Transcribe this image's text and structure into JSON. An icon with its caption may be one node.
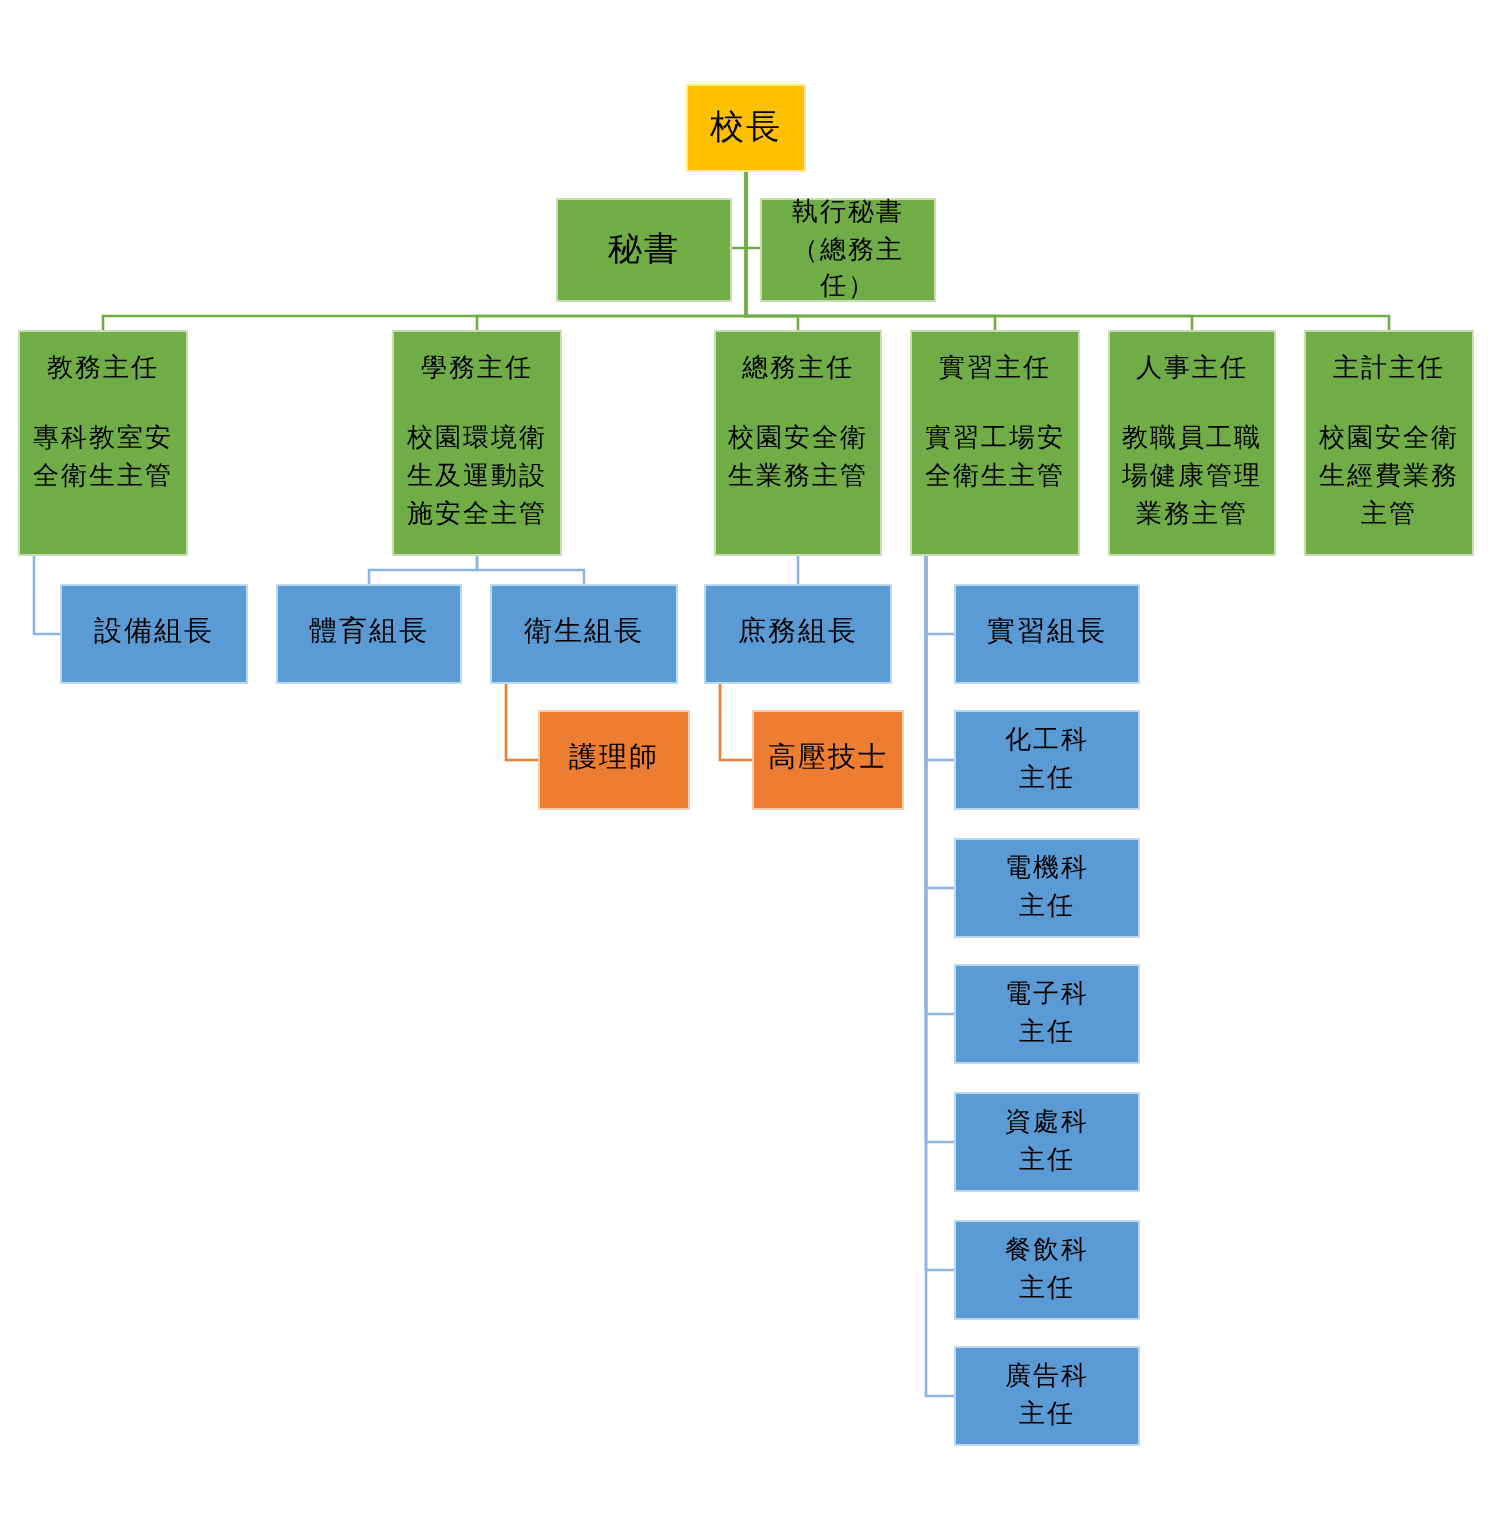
{
  "diagram": {
    "nodes": [
      {
        "text": [
          "校長"
        ]
      },
      {
        "text": [
          "秘書"
        ]
      },
      {
        "text": [
          "執行秘書（總務主任）"
        ]
      },
      {
        "text": [
          "教務主任",
          "專科教室安全衛生主管"
        ]
      },
      {
        "text": [
          "學務主任",
          "校園環境衛生及運動設施安全主管"
        ]
      },
      {
        "text": [
          "總務主任",
          "校園安全衛生業務主管"
        ]
      },
      {
        "text": [
          "實習主任",
          "實習工場安全衛生主管"
        ]
      },
      {
        "text": [
          "人事主任",
          "教職員工職場健康管理業務主管"
        ]
      },
      {
        "text": [
          "主計主任",
          "校園安全衛生經費業務主管"
        ]
      },
      {
        "text": [
          "設備組長"
        ]
      },
      {
        "text": [
          "體育組長"
        ]
      },
      {
        "text": [
          "衛生組長"
        ]
      },
      {
        "text": [
          "護理師"
        ]
      },
      {
        "text": [
          "庶務組長"
        ]
      },
      {
        "text": [
          "高壓技士"
        ]
      },
      {
        "text": [
          "實習組長"
        ]
      },
      {
        "text": [
          "化工科主任"
        ]
      },
      {
        "text": [
          "電機科主任"
        ]
      },
      {
        "text": [
          "電子科主任"
        ]
      },
      {
        "text": [
          "資處科主任"
        ]
      },
      {
        "text": [
          "餐飲科主任"
        ]
      },
      {
        "text": [
          "廣告科主任"
        ]
      }
    ],
    "edges": [
      {
        "from": 0,
        "to": 1,
        "arrow": "none",
        "color": "#70ad47"
      },
      {
        "from": 0,
        "to": 2,
        "arrow": "none",
        "color": "#70ad47"
      },
      {
        "from": 0,
        "to": 3,
        "arrow": "none",
        "color": "#70ad47"
      },
      {
        "from": 0,
        "to": 4,
        "arrow": "none",
        "color": "#70ad47"
      },
      {
        "from": 0,
        "to": 5,
        "arrow": "none",
        "color": "#70ad47"
      },
      {
        "from": 0,
        "to": 6,
        "arrow": "none",
        "color": "#70ad47"
      },
      {
        "from": 0,
        "to": 7,
        "arrow": "none",
        "color": "#70ad47"
      },
      {
        "from": 0,
        "to": 8,
        "arrow": "none",
        "color": "#70ad47"
      },
      {
        "from": 3,
        "to": 9,
        "arrow": "none"
      },
      {
        "from": 4,
        "to": 10,
        "arrow": "none"
      },
      {
        "from": 4,
        "to": 11,
        "arrow": "none"
      },
      {
        "from": 11,
        "to": 12,
        "arrow": "none",
        "color": "#ed7d31"
      },
      {
        "from": 5,
        "to": 13,
        "arrow": "none"
      },
      {
        "from": 13,
        "to": 14,
        "arrow": "none",
        "color": "#ed7d31"
      },
      {
        "from": 6,
        "to": 15,
        "arrow": "none"
      },
      {
        "from": 6,
        "to": 16,
        "arrow": "none"
      },
      {
        "from": 6,
        "to": 17,
        "arrow": "none"
      },
      {
        "from": 6,
        "to": 18,
        "arrow": "none"
      },
      {
        "from": 6,
        "to": 19,
        "arrow": "none"
      },
      {
        "from": 6,
        "to": 20,
        "arrow": "none"
      },
      {
        "from": 6,
        "to": 21,
        "arrow": "none"
      }
    ]
  }
}
